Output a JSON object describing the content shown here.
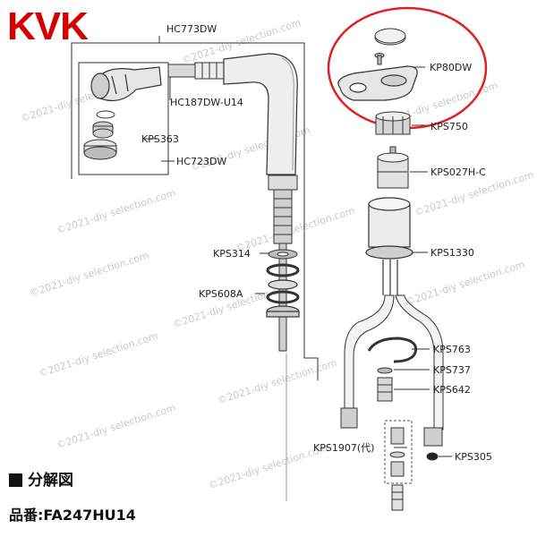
{
  "brand": {
    "logo_text": "KVK",
    "color": "#d40000"
  },
  "heading": "分解図",
  "model_line": "品番:FA247HU14",
  "watermark": "©2021-diy selection.com",
  "highlight_color": "#e02020",
  "parts": {
    "hc773dw": "HC773DW",
    "hc187dw": "HC187DW-U14",
    "kps363": "KPS363",
    "hc723dw": "HC723DW",
    "kps314": "KPS314",
    "kps608a": "KPS608A",
    "kp80dw": "KP80DW",
    "kps750": "KPS750",
    "kps027hc": "KPS027H-C",
    "kps1330": "KPS1330",
    "kps763": "KPS763",
    "kps737": "KPS737",
    "kps642": "KPS642",
    "kps1907": "KPS1907(代)",
    "kps305": "KPS305"
  }
}
